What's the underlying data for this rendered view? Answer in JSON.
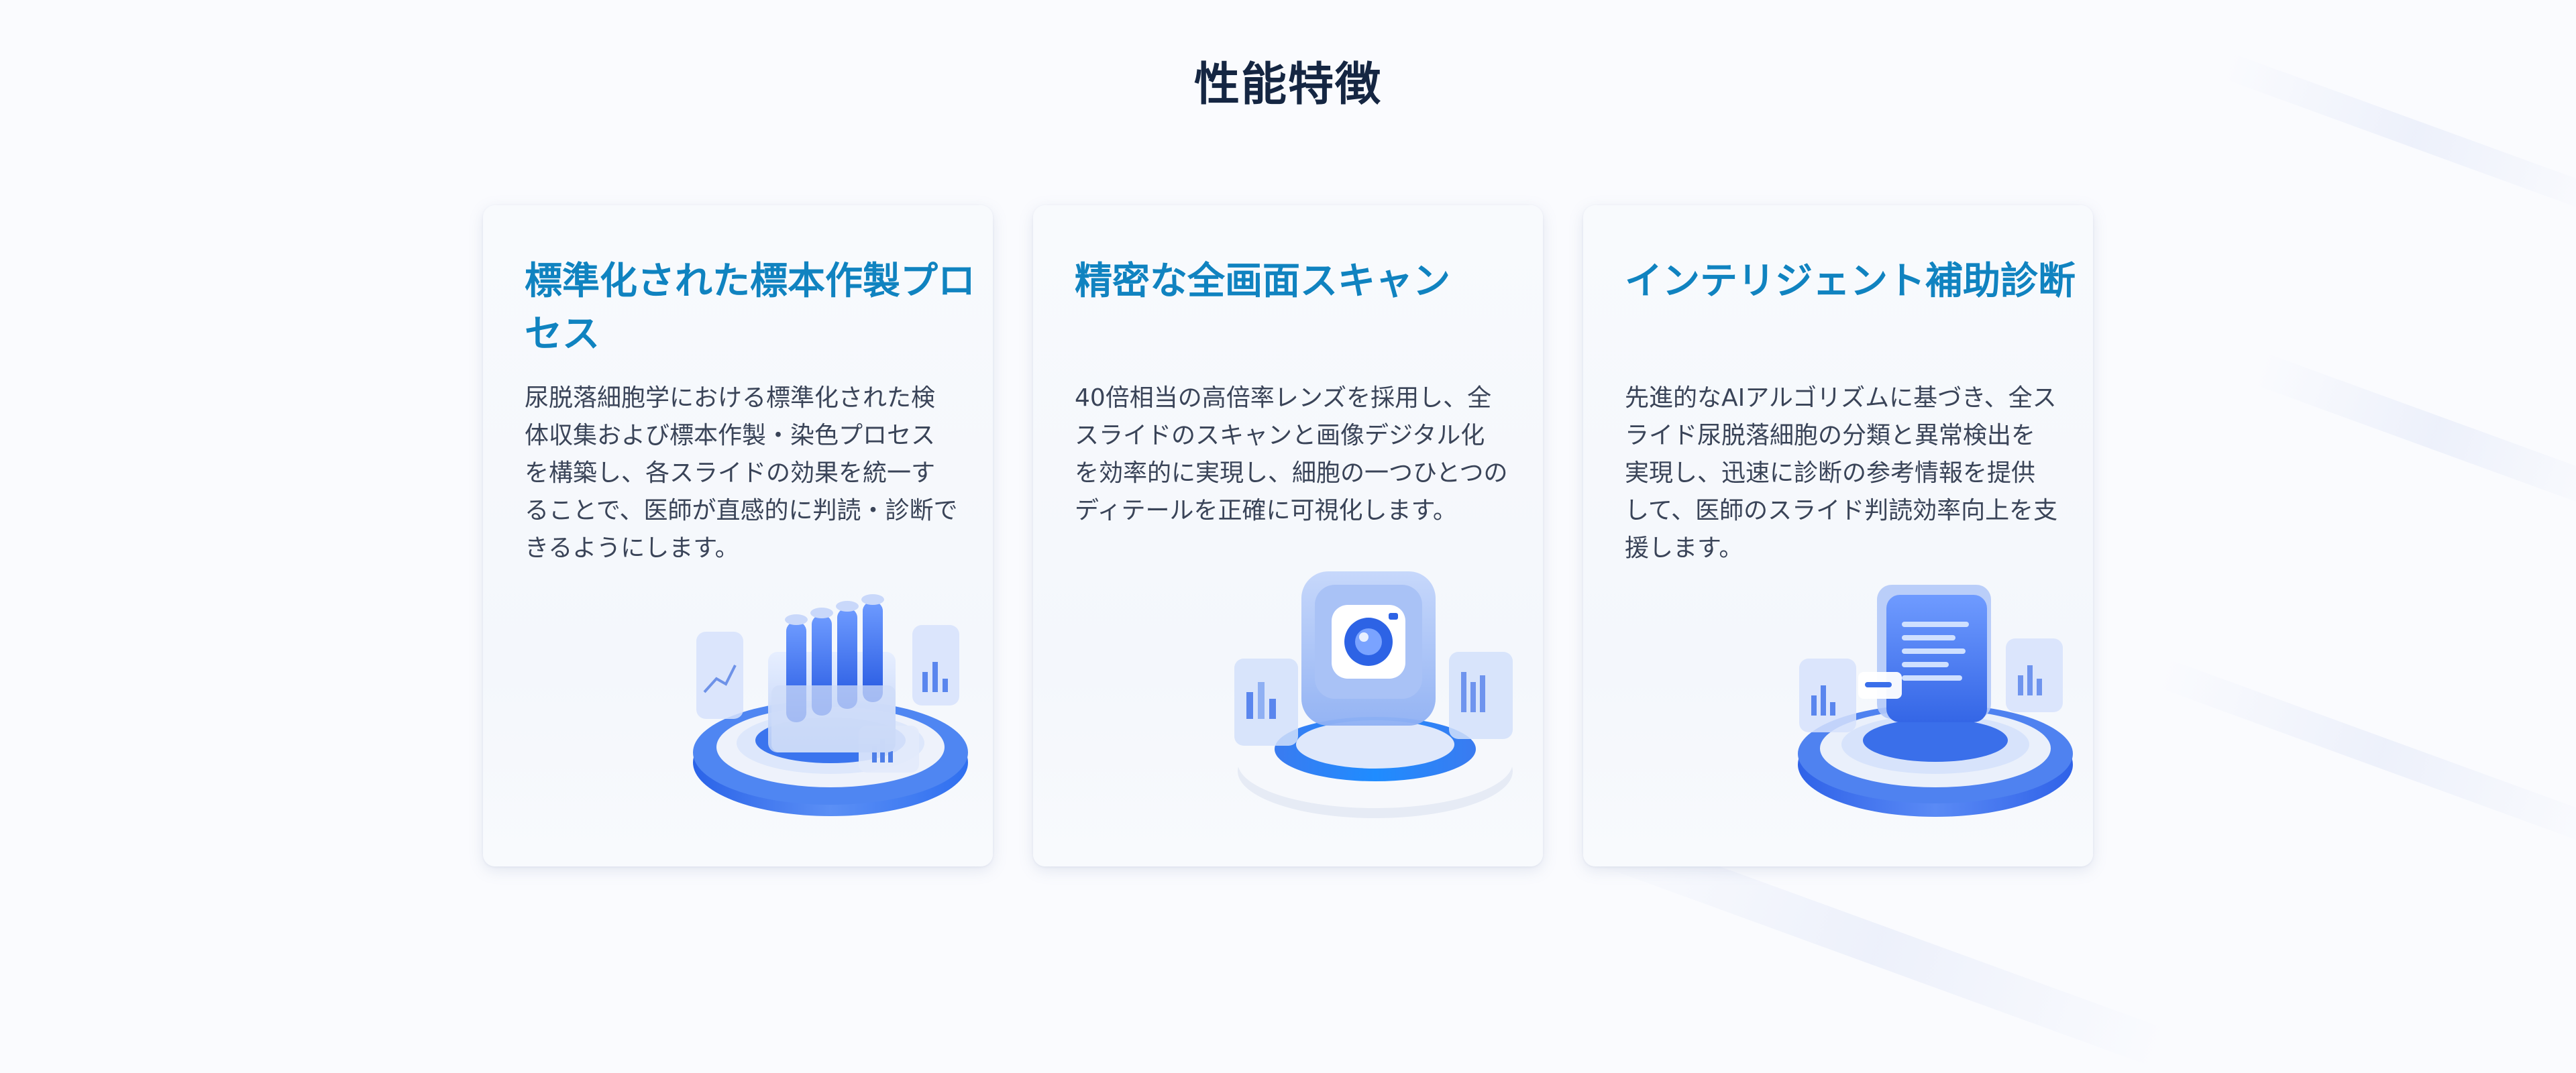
{
  "section": {
    "title": "性能特徴"
  },
  "cards": [
    {
      "title": "標準化された標本作製プロセス",
      "description": "尿脱落細胞学における標準化された検体収集および標本作製・染色プロセスを構築し、各スライドの効果を統一することで、医師が直感的に判読・診断できるようにします。",
      "illustration_icon": "test-tubes-icon"
    },
    {
      "title": "精密な全画面スキャン",
      "description": "40倍相当の高倍率レンズを採用し、全スライドのスキャンと画像デジタル化を効率的に実現し、細胞の一つひとつのディテールを正確に可視化します。",
      "illustration_icon": "camera-icon"
    },
    {
      "title": "インテリジェント補助診断",
      "description": "先進的なAIアルゴリズムに基づき、全スライド尿脱落細胞の分類と異常検出を実現し、迅速に診断の参考情報を提供して、医師のスライド判読効率向上を支援します。",
      "illustration_icon": "document-icon"
    }
  ],
  "colors": {
    "title": "#152642",
    "accent": "#1083c0",
    "text": "#3a4458",
    "illustration_blue": "#2f6ff0"
  }
}
